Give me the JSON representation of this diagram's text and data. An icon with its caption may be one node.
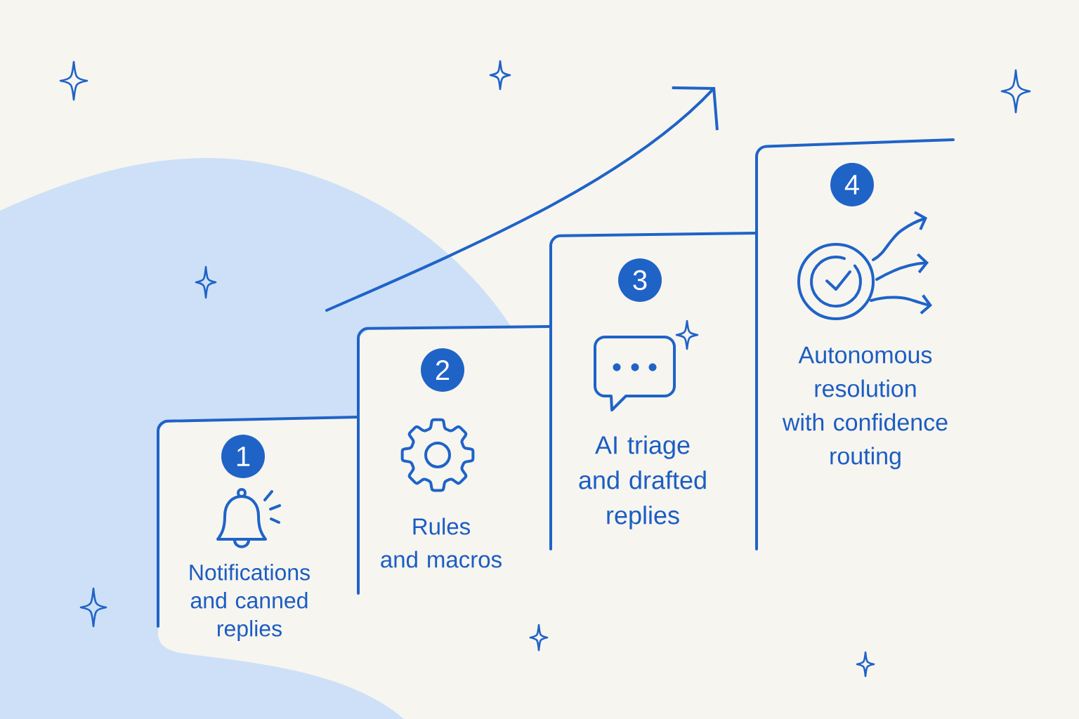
{
  "diagram": {
    "nodes": [
      {
        "text": [
          "Notifications and canned replies"
        ]
      },
      {
        "text": [
          "1"
        ],
        "in": 0
      },
      {
        "text": [
          "Rules and macros"
        ]
      },
      {
        "text": [
          "2"
        ],
        "in": 2
      },
      {
        "text": [
          "AI triage and drafted replies"
        ]
      },
      {
        "text": [
          "3"
        ],
        "in": 4
      },
      {
        "text": [
          "Autonomous resolution with confidence routing"
        ]
      },
      {
        "text": [
          "4"
        ],
        "in": 6
      }
    ]
  }
}
